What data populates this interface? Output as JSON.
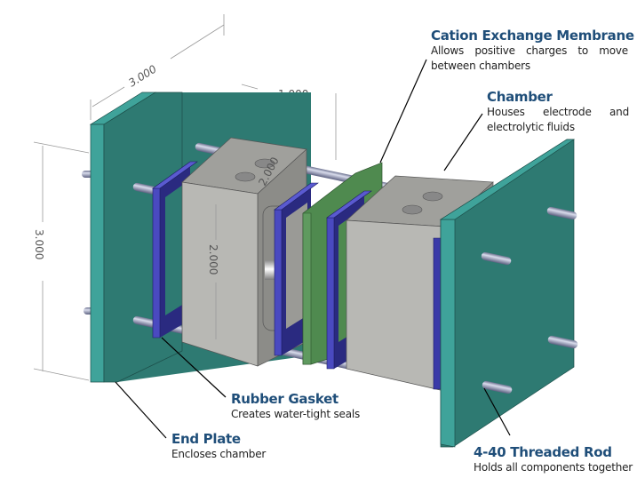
{
  "diagram": {
    "title": "Microbial fuel cell assembly",
    "colors": {
      "end_plate_face": "#2e7a72",
      "end_plate_edge": "#3fa39a",
      "gasket": "#3a3aa8",
      "gasket_dark": "#2a2a80",
      "membrane": "#4f8a4f",
      "chamber_face": "#b4b4b0",
      "chamber_top": "#9d9d9a",
      "rod": "#8a8fa8",
      "label_title": "#1f4e79",
      "leader_line": "#000000"
    },
    "dimensions": {
      "plate_width": "3.000",
      "plate_height": "3.000",
      "chamber_length": "1.000",
      "chamber_height": "2.000",
      "chamber_top_dim": "2.000"
    },
    "callouts": [
      {
        "id": "membrane",
        "title": "Cation Exchange Membrane",
        "description": "Allows positive charges to move between chambers"
      },
      {
        "id": "chamber",
        "title": "Chamber",
        "description": "Houses electrode and electrolytic fluids"
      },
      {
        "id": "gasket",
        "title": "Rubber Gasket",
        "description": "Creates water-tight seals"
      },
      {
        "id": "end-plate",
        "title": "End Plate",
        "description": "Encloses chamber"
      },
      {
        "id": "rod",
        "title": "4-40 Threaded Rod",
        "description": "Holds all components together"
      }
    ]
  }
}
